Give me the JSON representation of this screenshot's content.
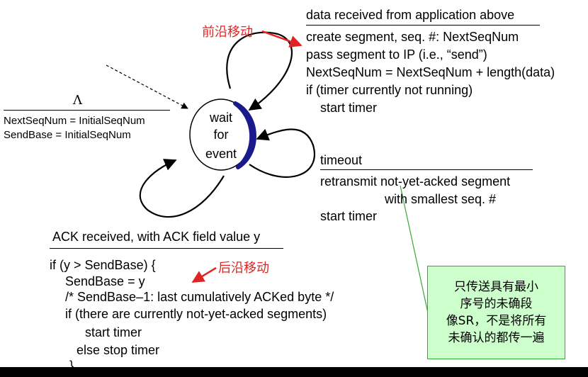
{
  "state": {
    "lines": [
      "wait",
      "for",
      "event"
    ]
  },
  "init": {
    "event": "Λ",
    "actions": [
      "NextSeqNum = InitialSeqNum",
      "SendBase = InitialSeqNum"
    ]
  },
  "data_transition": {
    "event": "data received from application above",
    "actions": [
      "create segment, seq. #: NextSeqNum",
      "pass segment to IP (i.e., “send”)",
      "NextSeqNum = NextSeqNum + length(data)",
      "if (timer currently not running)",
      "    start timer"
    ],
    "note": "前沿移动"
  },
  "timeout_transition": {
    "event": "timeout",
    "actions": [
      "retransmit not-yet-acked segment",
      "with smallest seq. #",
      "start timer"
    ]
  },
  "ack_transition": {
    "event": "ACK received, with ACK field value y",
    "actions": [
      "if (y > SendBase) {",
      "SendBase = y",
      "/* SendBase–1: last cumulatively ACKed byte */",
      "if (there are currently not-yet-acked segments)",
      "start timer",
      "else stop timer",
      "}"
    ],
    "note": "后沿移动"
  },
  "callout": {
    "lines": [
      "只传送具有最小",
      "序号的未确段",
      "像SR，不是将所有",
      "未确认的都传一遍"
    ]
  },
  "colors": {
    "state_edge": "#1a1a8c",
    "note": "#e02424",
    "callout_bg": "#ccffcc",
    "callout_line": "#33aa33"
  }
}
